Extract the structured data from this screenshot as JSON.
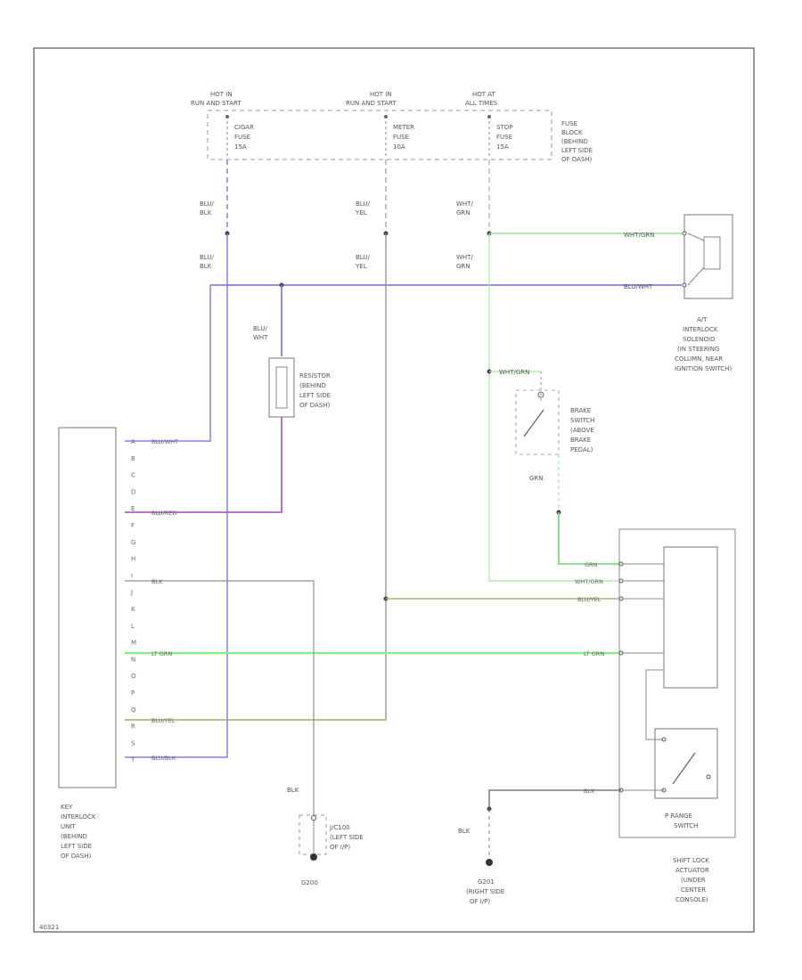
{
  "fuse_block": {
    "hot1": [
      "HOT IN",
      "RUN AND START"
    ],
    "hot2": [
      "HOT IN",
      "RUN AND START"
    ],
    "hot3": [
      "HOT AT",
      "ALL TIMES"
    ],
    "fuse1": [
      "CIGAR",
      "FUSE",
      "15A"
    ],
    "fuse2": [
      "METER",
      "FUSE",
      "10A"
    ],
    "fuse3": [
      "STOP",
      "FUSE",
      "15A"
    ],
    "label": [
      "FUSE",
      "BLOCK",
      "(BEHIND",
      "LEFT SIDE",
      "OF DASH)"
    ]
  },
  "wires": {
    "blu_blk_1": [
      "BLU/",
      "BLK"
    ],
    "blu_blk_2": [
      "BLU/",
      "BLK"
    ],
    "blu_yel_1": [
      "BLU/",
      "YEL"
    ],
    "blu_yel_2": [
      "BLU/",
      "YEL"
    ],
    "wht_grn_1": [
      "WHT/",
      "GRN"
    ],
    "wht_grn_2": [
      "WHT/",
      "GRN"
    ],
    "blu_wht": [
      "BLU/",
      "WHT"
    ],
    "grn": "GRN",
    "blk_g200": "BLK",
    "blk_g201": "BLK",
    "solenoid_top": "WHT/GRN",
    "solenoid_bot": "BLU/WHT",
    "brake_top": "WHT/GRN",
    "key_a": "BLU/WHT",
    "key_e": "BLU/RED",
    "key_i": "BLK",
    "key_m": "LT GRN",
    "key_q": "BLU/YEL",
    "key_s": "BLU/BLK",
    "shift_grn": "GRN",
    "shift_wht_grn": "WHT/GRN",
    "shift_blu_yel": "BLU/YEL",
    "shift_lt_grn": "LT GRN",
    "shift_blk": "BLK"
  },
  "components": {
    "solenoid": [
      "A/T",
      "INTERLOCK",
      "SOLENOID",
      "(IN STEERING",
      "COLUMN, NEAR",
      "IGNITION SWITCH)"
    ],
    "resistor": [
      "RESISTOR",
      "(BEHIND",
      "LEFT SIDE",
      "OF DASH)"
    ],
    "brake_switch": [
      "BRAKE",
      "SWITCH",
      "(ABOVE",
      "BRAKE",
      "PEDAL)"
    ],
    "key_unit": [
      "KEY",
      "INTERLOCK",
      "UNIT",
      "(BEHIND",
      "LEFT SIDE",
      "OF DASH)"
    ],
    "p_range": [
      "P RANGE",
      "SWITCH"
    ],
    "shift_lock": [
      "SHIFT LOCK",
      "ACTUATOR",
      "(UNDER",
      "CENTER",
      "CONSOLE)"
    ],
    "jc100": [
      "J/C100",
      "(LEFT SIDE",
      "OF I/P)"
    ],
    "g200": "G200",
    "g201": [
      "G201",
      "(RIGHT SIDE",
      "OF I/P)"
    ]
  },
  "key_pins": [
    "A",
    "B",
    "C",
    "D",
    "E",
    "F",
    "G",
    "H",
    "I",
    "J",
    "K",
    "L",
    "M",
    "N",
    "O",
    "P",
    "Q",
    "R",
    "S",
    "T"
  ],
  "figure_id": "40321",
  "colors": {
    "blue": "#8080ee",
    "purple": "#b060c0",
    "green": "#80dd80",
    "light_green": "#a8e8a8",
    "olive": "#b8b070",
    "gray": "#909090",
    "dark_gray": "#606060"
  }
}
